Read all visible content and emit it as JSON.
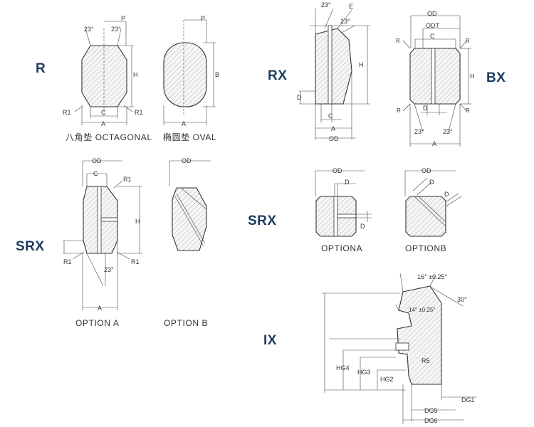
{
  "groups": {
    "r": "R",
    "rx": "RX",
    "bx": "BX",
    "srx_left": "SRX",
    "srx_right": "SRX",
    "ix": "IX"
  },
  "captions": {
    "octagonal": "八角垫 OCTAGONAL",
    "oval": "椭圆垫 OVAL",
    "srx_option_a": "OPTION A",
    "srx_option_b": "OPTION B",
    "srx_optiona": "OPTIONA",
    "srx_optionb": "OPTIONB"
  },
  "labels": {
    "angle_23": "23°",
    "p": "P",
    "h": "H",
    "a": "A",
    "b": "B",
    "c": "C",
    "r1": "R1",
    "e": "E",
    "d": "D",
    "od": "OD",
    "odt": "ODT",
    "r": "R",
    "ix_angle_16": "16°  ±0.25°",
    "ix_angle_14": "14°  ±0.25°",
    "ix_angle_30": "30°",
    "r5": "R5",
    "hg4": "HG4",
    "hg3": "HG3",
    "hg2": "HG2",
    "dg1": "DG1",
    "dg5": "DG5",
    "dg6": "DG6"
  }
}
